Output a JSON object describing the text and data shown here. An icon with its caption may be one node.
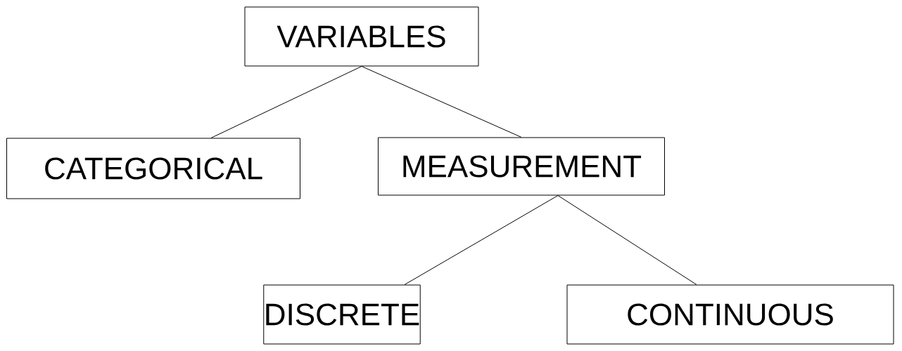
{
  "diagram": {
    "nodes": [
      {
        "text": [
          "VARIABLES"
        ]
      },
      {
        "text": [
          "CATEGORICAL"
        ]
      },
      {
        "text": [
          "MEASUREMENT"
        ]
      },
      {
        "text": [
          "DISCRETE"
        ]
      },
      {
        "text": [
          "CONTINUOUS"
        ]
      }
    ],
    "edges": [
      {
        "from": 0,
        "to": 1,
        "arrow": "none"
      },
      {
        "from": 0,
        "to": 2,
        "arrow": "none"
      },
      {
        "from": 2,
        "to": 3,
        "arrow": "none"
      },
      {
        "from": 2,
        "to": 4,
        "arrow": "none"
      }
    ]
  }
}
